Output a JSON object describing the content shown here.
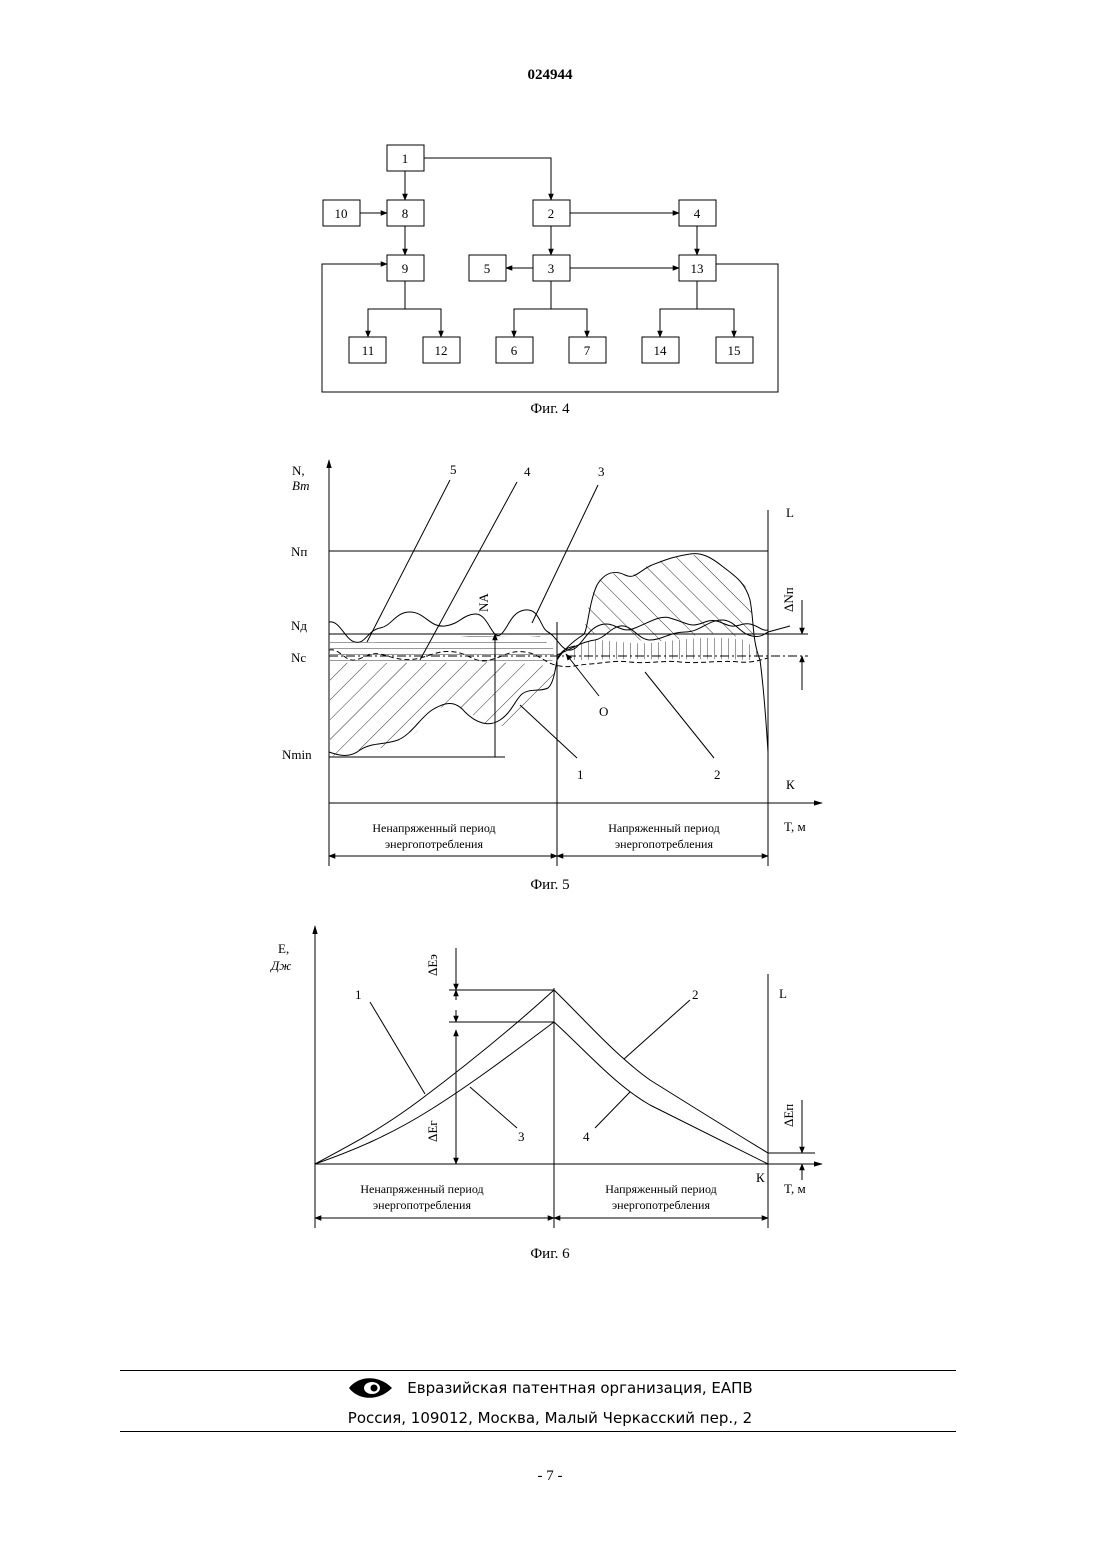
{
  "patent_number": "024944",
  "fig4": {
    "caption": "Фиг. 4",
    "blocks": [
      "1",
      "2",
      "3",
      "4",
      "5",
      "6",
      "7",
      "8",
      "9",
      "10",
      "11",
      "12",
      "13",
      "14",
      "15"
    ]
  },
  "fig5": {
    "caption": "Фиг. 5",
    "y_axis_label_1": "N,",
    "y_axis_label_2": "Вт",
    "tick_np": "Nп",
    "tick_nd": "Nд",
    "tick_nc": "Nс",
    "tick_nmin": "Nmin",
    "label_na": "NА",
    "label_dnp": "ΔNп",
    "label_o": "О",
    "label_l": "L",
    "label_k": "К",
    "x_axis_label": "T, м",
    "curve_labels": [
      "5",
      "4",
      "3",
      "1",
      "2"
    ],
    "period1_line1": "Ненапряженный период",
    "period1_line2": "энергопотребления",
    "period2_line1": "Напряженный период",
    "period2_line2": "энергопотребления"
  },
  "fig6": {
    "caption": "Фиг. 6",
    "y_axis_label_1": "Е,",
    "y_axis_label_2": "Дж",
    "label_dee": "ΔЕэ",
    "label_der": "ΔЕг",
    "label_den": "ΔЕп",
    "label_l": "L",
    "label_k": "К",
    "x_axis_label": "T, м",
    "curve_labels": [
      "1",
      "3",
      "2",
      "4"
    ],
    "period1_line1": "Ненапряженный период",
    "period1_line2": "энергопотребления",
    "period2_line1": "Напряженный период",
    "period2_line2": "энергопотребления"
  },
  "footer": {
    "org": "Евразийская патентная организация, ЕАПВ",
    "address": "Россия, 109012, Москва, Малый Черкасский пер., 2"
  },
  "page_number": "- 7 -"
}
